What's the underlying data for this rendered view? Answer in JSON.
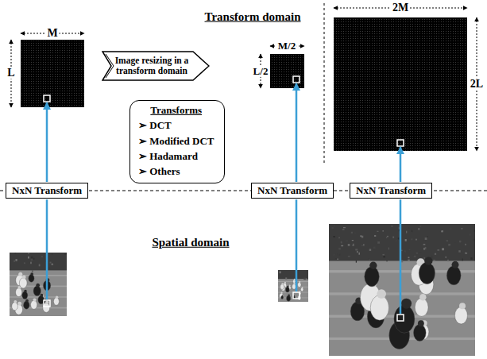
{
  "diagram": {
    "nodes": [
      {
        "text": [
          "Image resizing in a transform domain"
        ]
      },
      {
        "text": [
          "Transforms",
          "➢ DCT",
          "➢ Modified DCT",
          "➢ Hadamard",
          "➢ Others"
        ]
      },
      {
        "text": [
          "NxN Transform"
        ]
      },
      {
        "text": [
          "NxN Transform"
        ]
      },
      {
        "text": [
          "NxN Transform"
        ]
      }
    ],
    "labels": [
      "Transform domain",
      "M",
      "L",
      "M/2",
      "L/2",
      "2M",
      "2L",
      "Spatial domain"
    ]
  }
}
